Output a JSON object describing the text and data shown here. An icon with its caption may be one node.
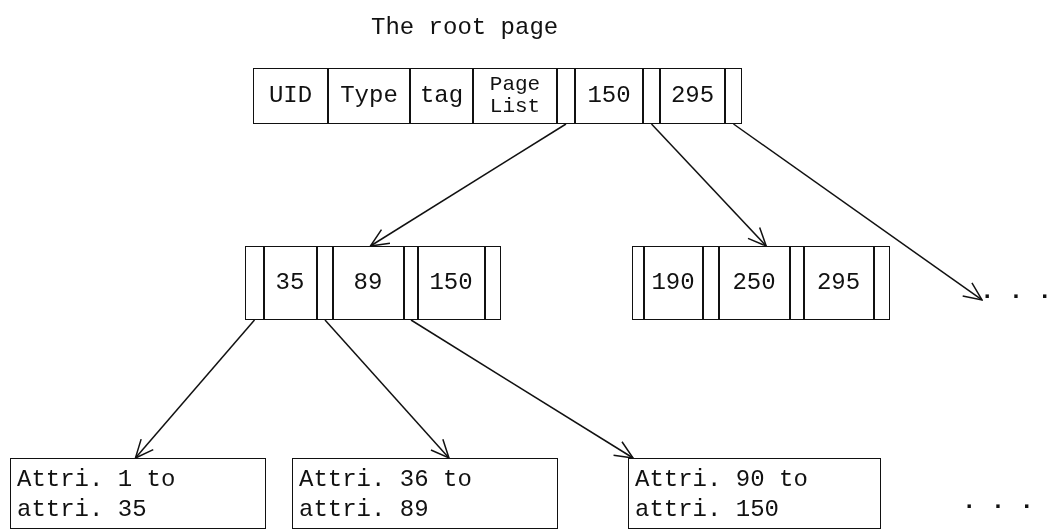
{
  "diagram": {
    "nodes": [
      {
        "text": [
          "The root page"
        ]
      },
      {
        "text": [
          "UID"
        ],
        "in": 0
      },
      {
        "text": [
          "Type"
        ],
        "in": 0
      },
      {
        "text": [
          "tag"
        ],
        "in": 0
      },
      {
        "text": [
          "Page List"
        ],
        "in": 0
      },
      {
        "text": [],
        "shape": "box",
        "in": 0
      },
      {
        "text": [
          "150"
        ],
        "in": 0
      },
      {
        "text": [],
        "shape": "box",
        "in": 0
      },
      {
        "text": [
          "295"
        ],
        "in": 0
      },
      {
        "text": [],
        "shape": "box",
        "in": 0
      },
      {
        "text": [],
        "shape": "box"
      },
      {
        "text": [],
        "shape": "box",
        "in": 10
      },
      {
        "text": [
          "35"
        ],
        "in": 10
      },
      {
        "text": [],
        "shape": "box",
        "in": 10
      },
      {
        "text": [
          "89"
        ],
        "in": 10
      },
      {
        "text": [],
        "shape": "box",
        "in": 10
      },
      {
        "text": [
          "150"
        ],
        "in": 10
      },
      {
        "text": [],
        "shape": "box",
        "in": 10
      },
      {
        "text": [],
        "shape": "box"
      },
      {
        "text": [],
        "shape": "box",
        "in": 18
      },
      {
        "text": [
          "190"
        ],
        "in": 18
      },
      {
        "text": [],
        "shape": "box",
        "in": 18
      },
      {
        "text": [
          "250"
        ],
        "in": 18
      },
      {
        "text": [],
        "shape": "box",
        "in": 18
      },
      {
        "text": [
          "295"
        ],
        "in": 18
      },
      {
        "text": [],
        "shape": "box",
        "in": 18
      },
      {
        "text": [
          ". . ."
        ]
      },
      {
        "text": [
          "Attri. 1 to attri. 35"
        ]
      },
      {
        "text": [
          "Attri. 36 to attri. 89"
        ]
      },
      {
        "text": [
          "Attri. 90 to attri. 150"
        ]
      }
    ],
    "edges": [
      {
        "from": 5,
        "to": 10,
        "arrow": "to"
      },
      {
        "from": 7,
        "to": 18,
        "arrow": "to"
      },
      {
        "from": 9,
        "to": 26,
        "arrow": "to"
      },
      {
        "from": 11,
        "to": 27,
        "arrow": "to"
      },
      {
        "from": 13,
        "to": 28,
        "arrow": "to"
      },
      {
        "from": 15,
        "to": 29,
        "arrow": "to"
      }
    ],
    "labels": [
      ". . ."
    ]
  }
}
